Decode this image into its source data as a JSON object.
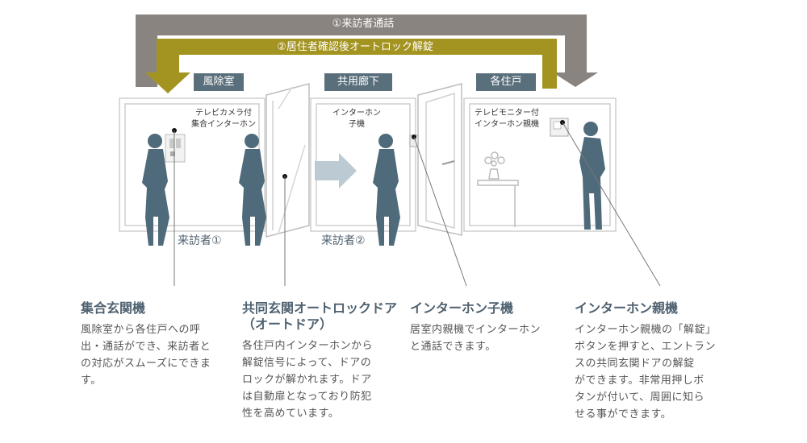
{
  "arrows": {
    "top": "①来訪者通話",
    "second": "②居住者確認後オートロック解錠"
  },
  "rooms": {
    "windbreak": "風除室",
    "corridor": "共用廊下",
    "unit": "各住戸"
  },
  "devices": {
    "entrance_intercom": [
      "テレビカメラ付",
      "集合インターホン"
    ],
    "corridor_intercom": [
      "インターホン",
      "子機"
    ],
    "room_intercom": [
      "テレビモニター付",
      "インターホン親機"
    ]
  },
  "visitors": {
    "v1": "来訪者①",
    "v2": "来訪者②"
  },
  "captions": [
    {
      "title": [
        "集合玄関機"
      ],
      "body": [
        "風除室から各住戸への呼",
        "出・通話ができ、来訪者と",
        "の対応がスムーズにできま",
        "す。"
      ]
    },
    {
      "title": [
        "共同玄関オートロックドア",
        "（オートドア）"
      ],
      "body": [
        "各住戸内インターホンから",
        "解錠信号によって、ドアの",
        "ロックが解かれます。ドア",
        "は自動扉となっており防犯",
        "性を高めています。"
      ]
    },
    {
      "title": [
        "インターホン子機"
      ],
      "body": [
        "居室内親機でインターホン",
        "と通話できます。"
      ]
    },
    {
      "title": [
        "インターホン親機"
      ],
      "body": [
        "インターホン親機の「解錠」",
        "ボタンを押すと、エントラン",
        "スの共同玄関ドアの解錠",
        "ができます。非常用押しボ",
        "タンが付いて、周囲に知ら",
        "せる事ができます。"
      ]
    }
  ],
  "colors": {
    "arrow_gray": "#8a8480",
    "arrow_olive": "#a39320",
    "tag_bg": "#5a6f7c",
    "figure": "#4f6b7b",
    "caption_title": "#4f6170"
  }
}
